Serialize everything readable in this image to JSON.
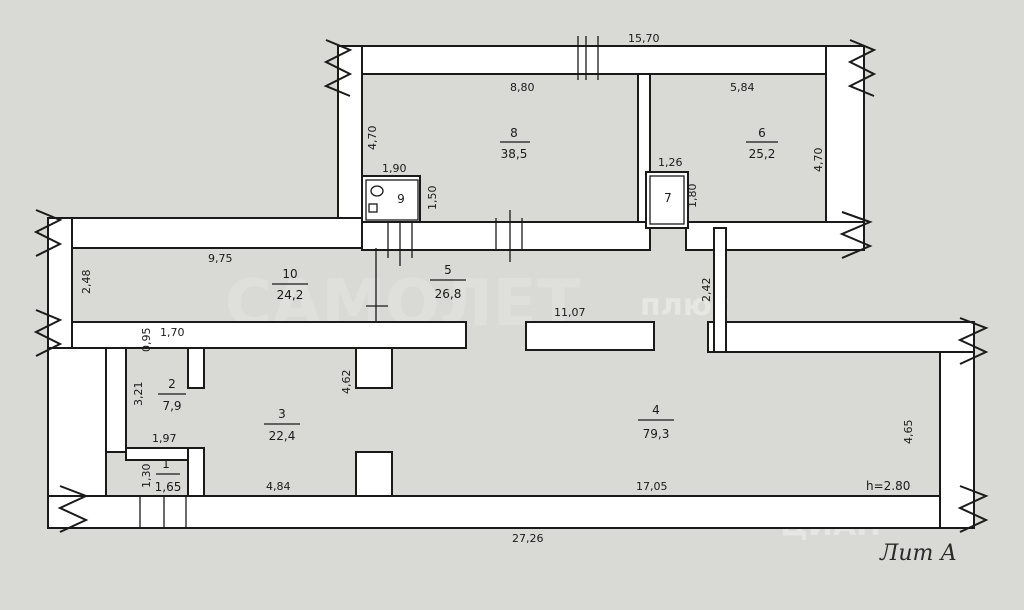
{
  "title": "Лит А",
  "ceiling_height": "h=2.80",
  "watermark": {
    "brand": "САМОЛЕТ",
    "brand2": "плюс",
    "cian": "ЦИАН"
  },
  "rooms": [
    {
      "id": "1",
      "area": "1,65"
    },
    {
      "id": "2",
      "area": "7,9"
    },
    {
      "id": "3",
      "area": "22,4"
    },
    {
      "id": "4",
      "area": "79,3"
    },
    {
      "id": "5",
      "area": "26,8"
    },
    {
      "id": "6",
      "area": "25,2"
    },
    {
      "id": "7",
      "area": ""
    },
    {
      "id": "8",
      "area": "38,5"
    },
    {
      "id": "9",
      "area": ""
    },
    {
      "id": "10",
      "area": "24,2"
    }
  ],
  "dimensions": {
    "top_total": "15,70",
    "room8_width": "8,80",
    "room6_width": "5,84",
    "room8_height": "4,70",
    "room6_height": "4,70",
    "room9_width": "1,90",
    "room9_height": "1,50",
    "room7_width": "1,26",
    "room7_height": "1,80",
    "room10_width": "9,75",
    "room10_height": "2,48",
    "corridor_width": "11,07",
    "corridor_height": "2,42",
    "room2_small": "0,95",
    "room2_width": "1,70",
    "room2_height": "3,21",
    "room3_side": "4,62",
    "room1_width": "1,97",
    "room1_height": "1,30",
    "room3_width": "4,84",
    "room4_width": "17,05",
    "room4_height": "4,65",
    "bottom_total": "27,26"
  }
}
